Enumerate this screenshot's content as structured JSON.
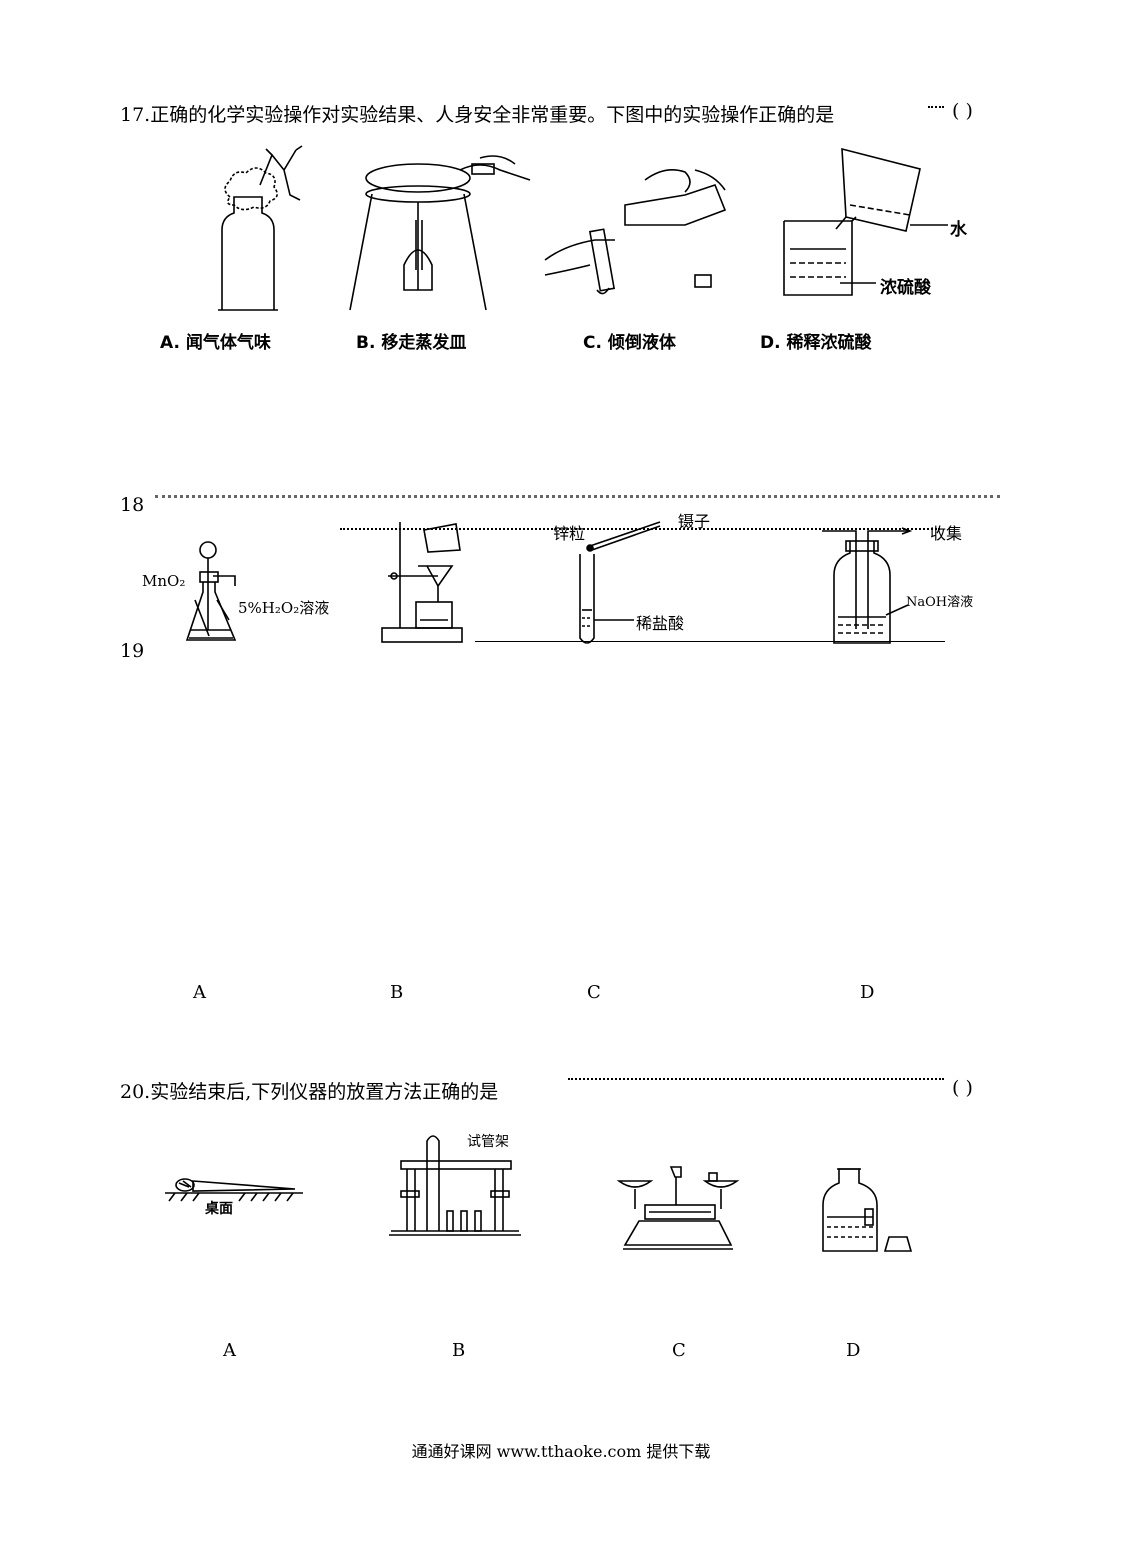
{
  "q17": {
    "text": "17.正确的化学实验操作对实验结果、人身安全非常重要。下图中的实验操作正确的是",
    "paren": "(     )",
    "options": [
      {
        "caption": "A. 闻气体气味"
      },
      {
        "caption": "B. 移走蒸发皿"
      },
      {
        "caption": "C. 倾倒液体"
      },
      {
        "caption": "D. 稀释浓硫酸"
      }
    ],
    "labels": {
      "water": "水",
      "acid": "浓硫酸"
    }
  },
  "q18": {
    "number": "18",
    "labels": {
      "mno2": "MnO₂",
      "h2o2": "5%H₂O₂溶液",
      "zinc": "锌粒",
      "tweezers": "镊子",
      "hcl": "稀盐酸",
      "collect": "收集",
      "naoh": "NaOH溶液"
    }
  },
  "q19": {
    "number": "19",
    "options": [
      "A",
      "B",
      "C",
      "D"
    ]
  },
  "q20": {
    "text": "20.实验结束后,下列仪器的放置方法正确的是",
    "paren": "(     )",
    "labels": {
      "desk": "桌面",
      "rack": "试管架"
    },
    "options": [
      "A",
      "B",
      "C",
      "D"
    ]
  },
  "footer": "通通好课网 www.tthaoke.com 提供下载"
}
